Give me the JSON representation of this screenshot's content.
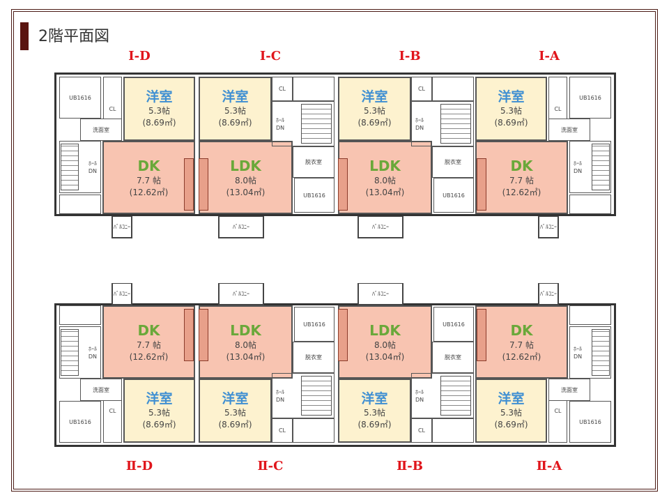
{
  "title": "2階平面図",
  "colors": {
    "bedroom": "#fdf2cf",
    "living": "#f8c4b1",
    "label": "#e0151b",
    "bedroom_name": "#3f8fd2",
    "living_name": "#6aa83a"
  },
  "floors": [
    {
      "units": [
        {
          "label": "Ⅰ-D",
          "type": "end",
          "bedroom": {
            "name": "洋室",
            "size": "5.3帖",
            "area": "(8.69㎡)"
          },
          "living": {
            "name": "DK",
            "size": "7.7 帖",
            "area": "(12.62㎡)"
          },
          "bath": "UB1616",
          "washroom": "洗面室",
          "closet": "CL",
          "hall": "ﾎｰﾙ",
          "stairs": "DN",
          "balcony": "ﾊﾞﾙｺﾆｰ"
        },
        {
          "label": "Ⅰ-C",
          "type": "mid",
          "bedroom": {
            "name": "洋室",
            "size": "5.3帖",
            "area": "(8.69㎡)"
          },
          "living": {
            "name": "LDK",
            "size": "8.0帖",
            "area": "(13.04㎡)"
          },
          "bath": "UB1616",
          "washroom": "脱衣室",
          "closet": "CL",
          "hall": "ﾎｰﾙ",
          "stairs": "DN",
          "balcony": "ﾊﾞﾙｺﾆｰ"
        },
        {
          "label": "Ⅰ-B",
          "type": "mid",
          "bedroom": {
            "name": "洋室",
            "size": "5.3帖",
            "area": "(8.69㎡)"
          },
          "living": {
            "name": "LDK",
            "size": "8.0帖",
            "area": "(13.04㎡)"
          },
          "bath": "UB1616",
          "washroom": "脱衣室",
          "closet": "CL",
          "hall": "ﾎｰﾙ",
          "stairs": "DN",
          "balcony": "ﾊﾞﾙｺﾆｰ"
        },
        {
          "label": "Ⅰ-A",
          "type": "end-mirror",
          "bedroom": {
            "name": "洋室",
            "size": "5.3帖",
            "area": "(8.69㎡)"
          },
          "living": {
            "name": "DK",
            "size": "7.7 帖",
            "area": "(12.62㎡)"
          },
          "bath": "UB1616",
          "washroom": "洗面室",
          "closet": "CL",
          "hall": "ﾎｰﾙ",
          "stairs": "DN",
          "balcony": "ﾊﾞﾙｺﾆｰ"
        }
      ]
    },
    {
      "units": [
        {
          "label": "Ⅱ-D",
          "type": "end",
          "bedroom": {
            "name": "洋室",
            "size": "5.3帖",
            "area": "(8.69㎡)"
          },
          "living": {
            "name": "DK",
            "size": "7.7 帖",
            "area": "(12.62㎡)"
          },
          "bath": "UB1616",
          "washroom": "洗面室",
          "closet": "CL",
          "hall": "ﾎｰﾙ",
          "stairs": "DN",
          "balcony": "ﾊﾞﾙｺﾆｰ"
        },
        {
          "label": "Ⅱ-C",
          "type": "mid",
          "bedroom": {
            "name": "洋室",
            "size": "5.3帖",
            "area": "(8.69㎡)"
          },
          "living": {
            "name": "LDK",
            "size": "8.0帖",
            "area": "(13.04㎡)"
          },
          "bath": "UB1616",
          "washroom": "脱衣室",
          "closet": "CL",
          "hall": "ﾎｰﾙ",
          "stairs": "DN",
          "balcony": "ﾊﾞﾙｺﾆｰ"
        },
        {
          "label": "Ⅱ-B",
          "type": "mid",
          "bedroom": {
            "name": "洋室",
            "size": "5.3帖",
            "area": "(8.69㎡)"
          },
          "living": {
            "name": "LDK",
            "size": "8.0帖",
            "area": "(13.04㎡)"
          },
          "bath": "UB1616",
          "washroom": "脱衣室",
          "closet": "CL",
          "hall": "ﾎｰﾙ",
          "stairs": "DN",
          "balcony": "ﾊﾞﾙｺﾆｰ"
        },
        {
          "label": "Ⅱ-A",
          "type": "end-mirror",
          "bedroom": {
            "name": "洋室",
            "size": "5.3帖",
            "area": "(8.69㎡)"
          },
          "living": {
            "name": "DK",
            "size": "7.7 帖",
            "area": "(12.62㎡)"
          },
          "bath": "UB1616",
          "washroom": "洗面室",
          "closet": "CL",
          "hall": "ﾎｰﾙ",
          "stairs": "DN",
          "balcony": "ﾊﾞﾙｺﾆｰ"
        }
      ]
    }
  ]
}
